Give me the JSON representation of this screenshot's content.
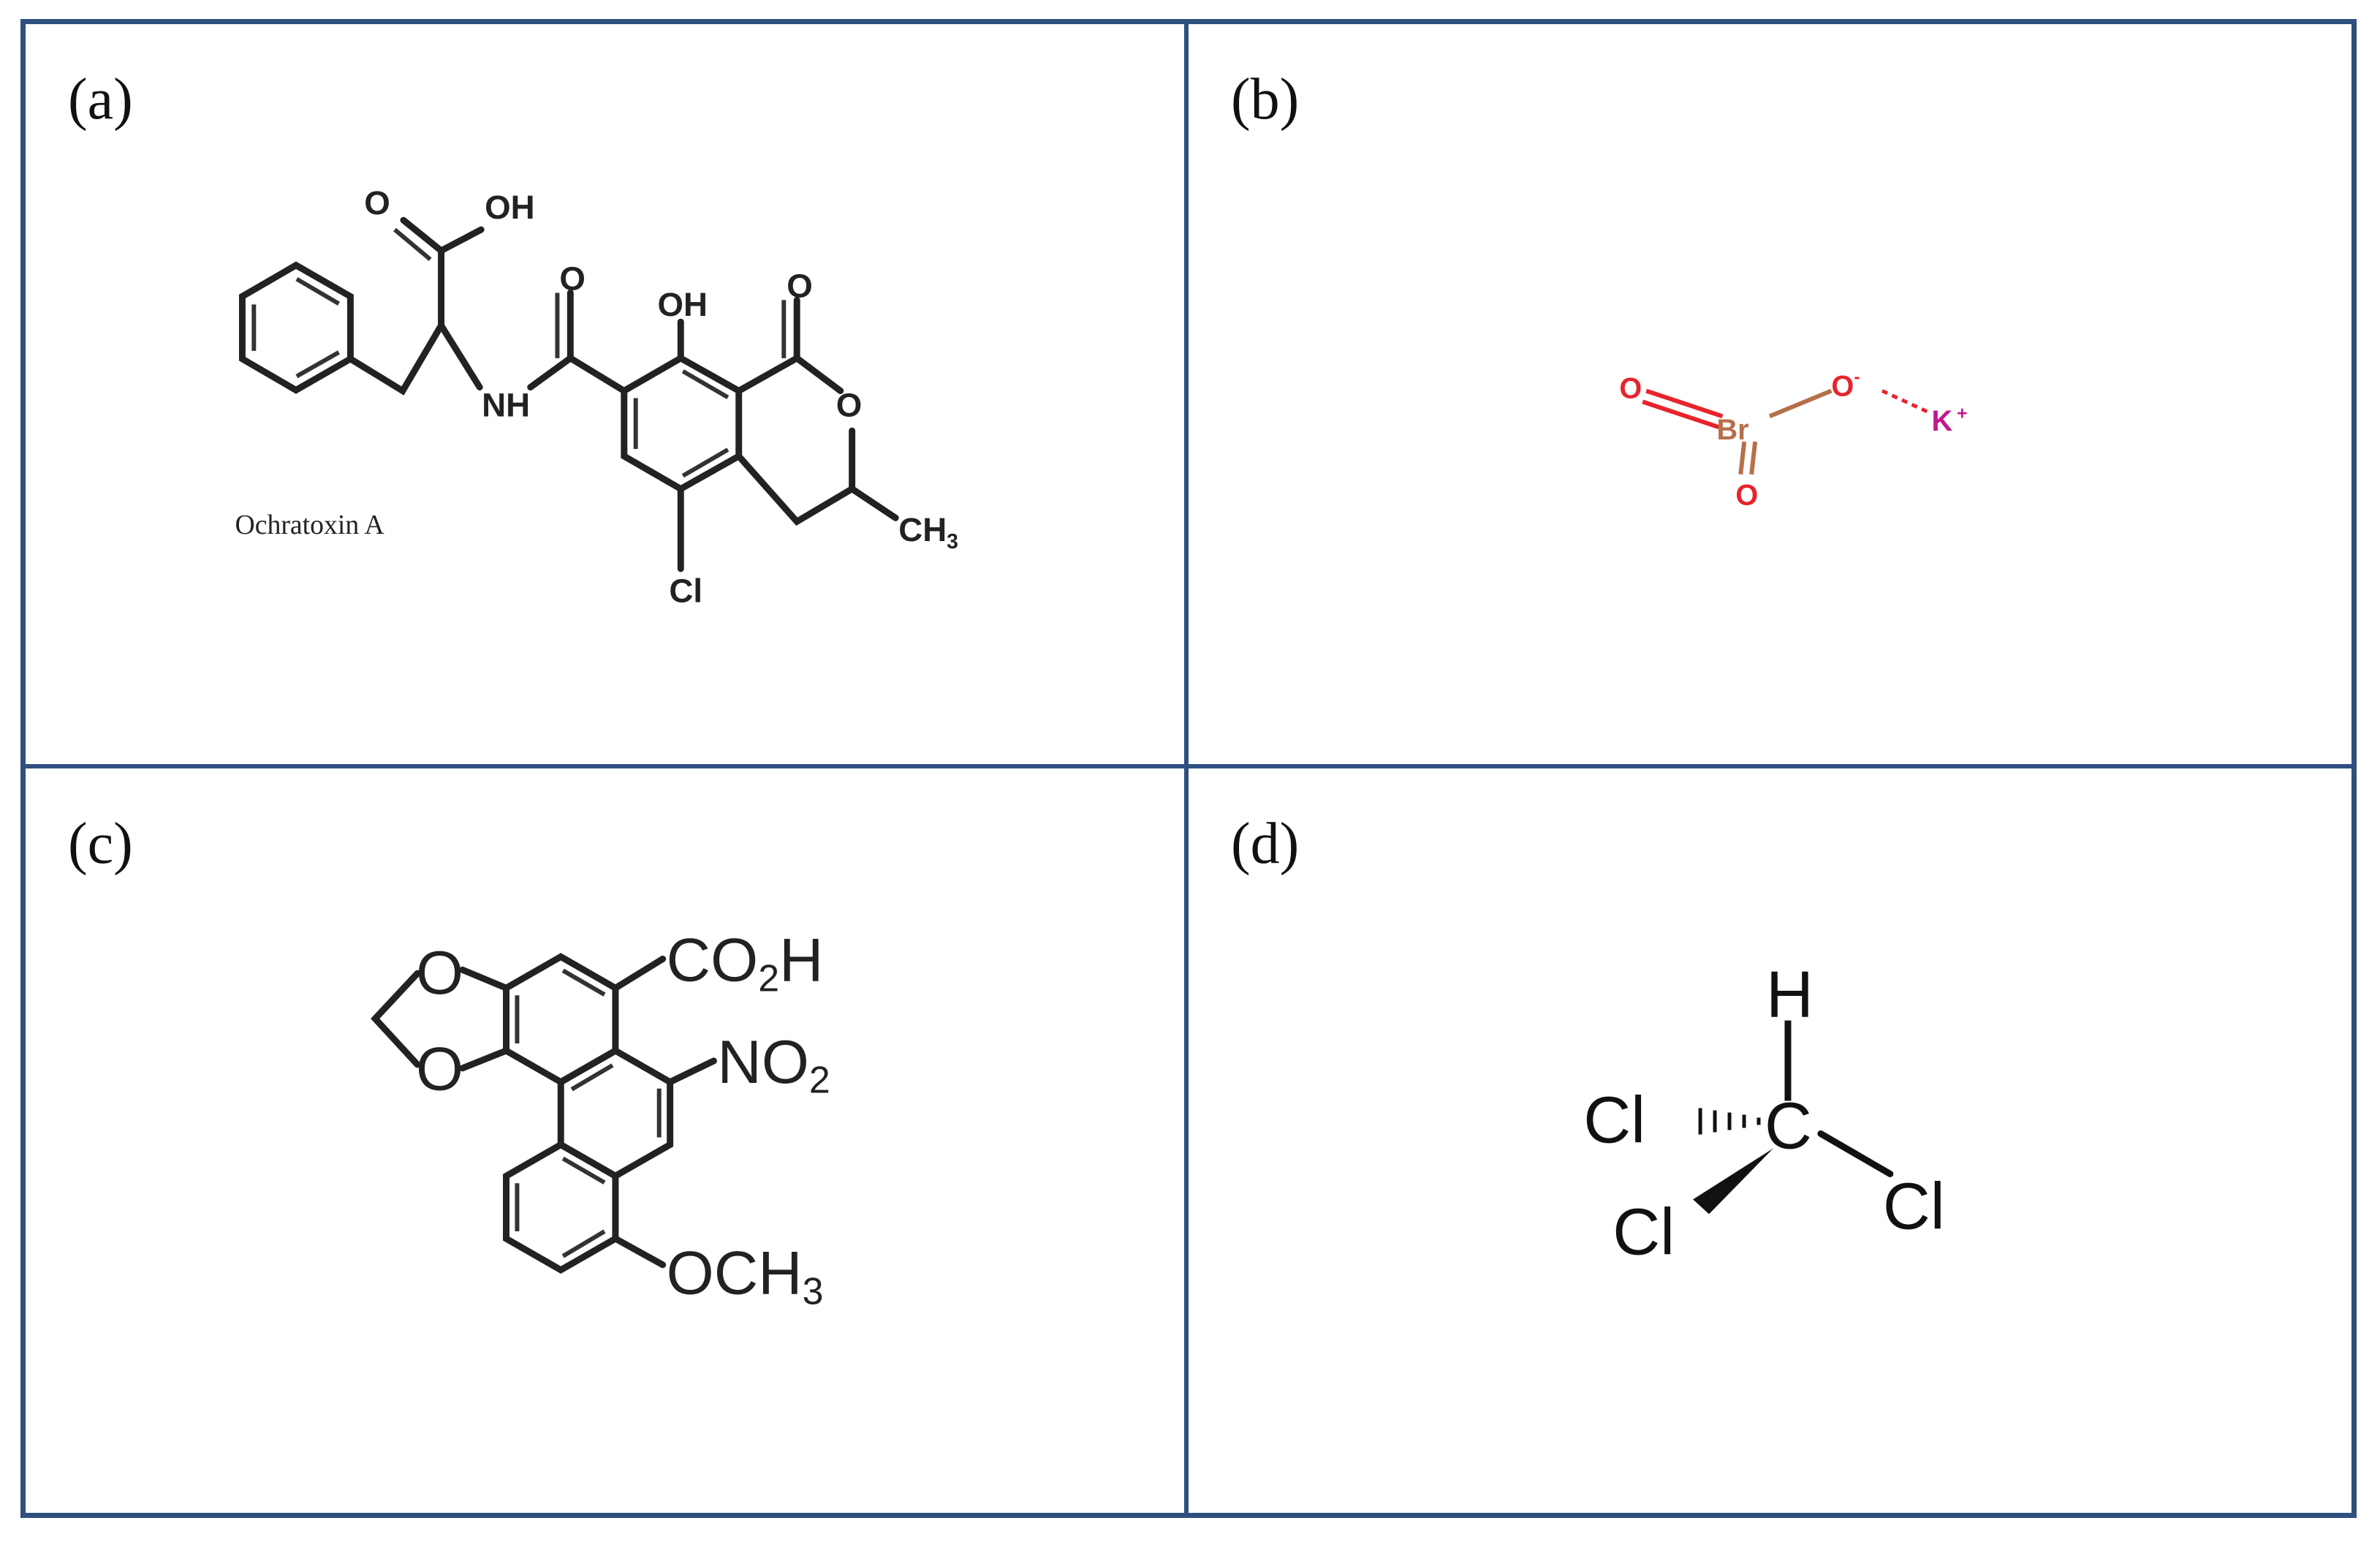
{
  "panels": [
    {
      "label": "(a)",
      "caption": "Ochratoxin A",
      "atoms": {
        "carboxyl_o": "O",
        "hydroxyl_acid": "OH",
        "amide_o": "O",
        "nh": "NH",
        "phenol_oh": "OH",
        "lactone_co": "O",
        "ring_o": "O",
        "methyl": "CH",
        "methyl_sub": "3",
        "chloro": "Cl"
      }
    },
    {
      "label": "(b)",
      "atoms": {
        "o_top_left": "O",
        "br": "Br",
        "o_bottom": "O",
        "o_minus": "O",
        "o_charge": "-",
        "k": "K",
        "k_charge": "+"
      },
      "colors": {
        "oxygen": "#e8242b",
        "bromine": "#b5704a",
        "potassium": "#c2188d"
      }
    },
    {
      "label": "(c)",
      "atoms": {
        "o_upper": "O",
        "o_lower": "O",
        "co2h_a": "CO",
        "co2h_sub": "2",
        "co2h_b": "H",
        "no2_a": "NO",
        "no2_sub": "2",
        "och3_a": "OCH",
        "och3_sub": "3"
      }
    },
    {
      "label": "(d)",
      "atoms": {
        "h": "H",
        "c": "C",
        "cl_left": "Cl",
        "cl_right": "Cl",
        "cl_bottom": "Cl"
      }
    }
  ],
  "colors": {
    "frame": "#2e4f7f",
    "ink": "#222222"
  }
}
